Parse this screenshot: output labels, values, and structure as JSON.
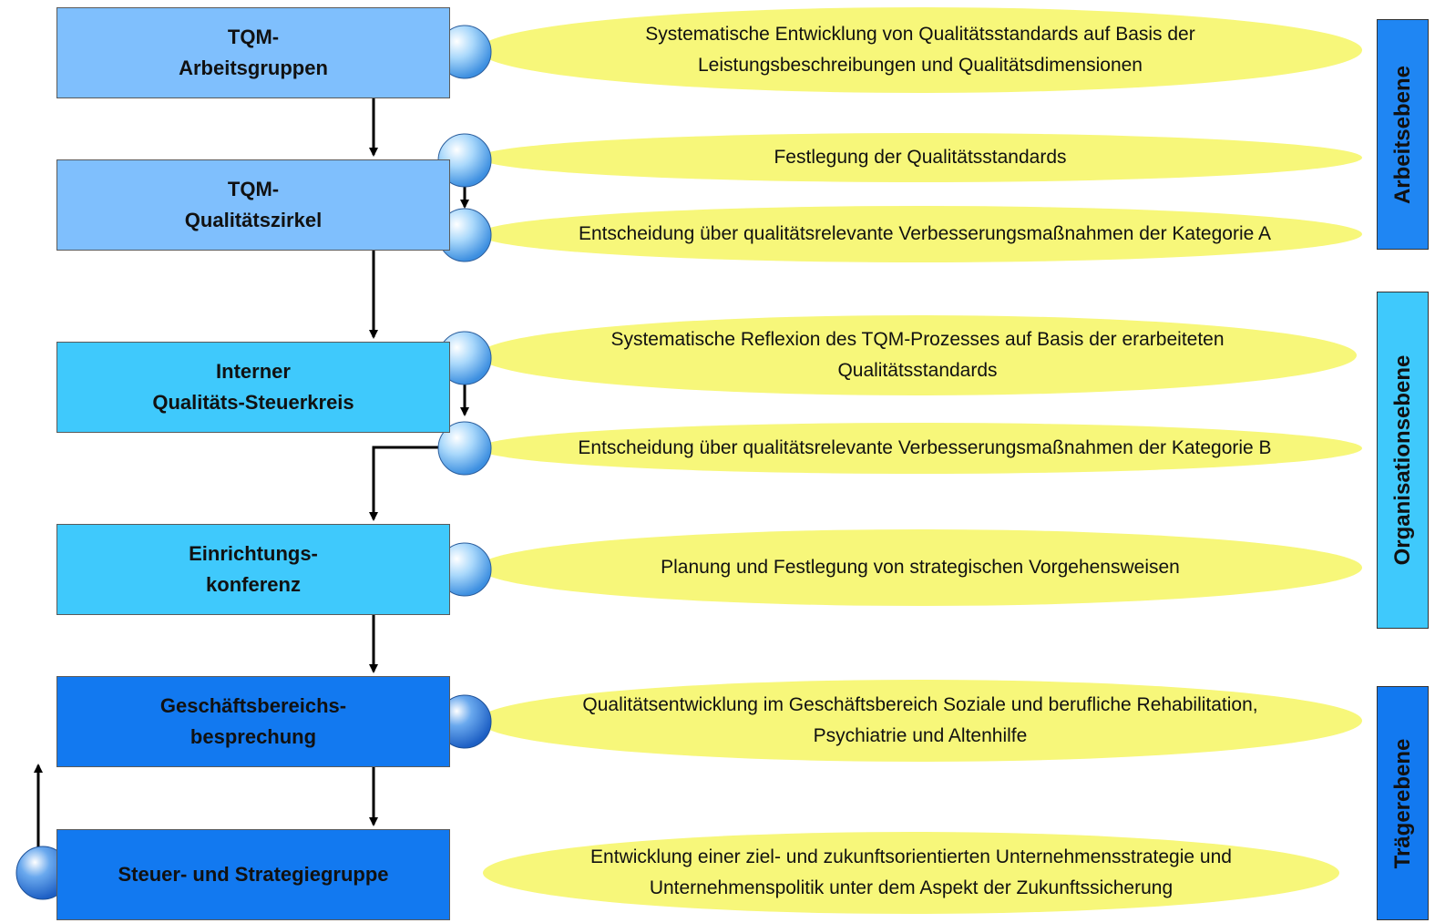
{
  "boxes": [
    {
      "line1": "TQM-",
      "line2": "Arbeitsgruppen"
    },
    {
      "line1": "TQM-",
      "line2": "Qualitätszirkel"
    },
    {
      "line1": "Interner",
      "line2": "Qualitäts-Steuerkreis"
    },
    {
      "line1": "Einrichtungs-",
      "line2": "konferenz"
    },
    {
      "line1": "Geschäftsbereichs-",
      "line2": "besprechung"
    },
    {
      "line1": "Steuer- und Strategiegruppe",
      "line2": ""
    }
  ],
  "notes": [
    "Systematische Entwicklung von Qualitätsstandards auf Basis der\nLeistungsbeschreibungen und Qualitätsdimensionen",
    "Festlegung der Qualitätsstandards",
    "Entscheidung über qualitätsrelevante Verbesserungsmaßnahmen der Kategorie A",
    "Systematische Reflexion des TQM-Prozesses auf Basis der erarbeiteten\nQualitätsstandards",
    "Entscheidung über qualitätsrelevante Verbesserungsmaßnahmen der Kategorie B",
    "Planung und Festlegung von strategischen Vorgehensweisen",
    "Qualitätsentwicklung im Geschäftsbereich Soziale und berufliche Rehabilitation,\nPsychiatrie und Altenhilfe",
    "Entwicklung einer ziel- und zukunftsorientierten Unternehmensstrategie und\nUnternehmenspolitik unter dem Aspekt der Zukunftssicherung"
  ],
  "levels": [
    {
      "label": "Arbeitsebene"
    },
    {
      "label": "Organisationsebene"
    },
    {
      "label": "Trägerebene"
    }
  ],
  "colors": {
    "box_light": "#7fbffd",
    "box_cyan": "#3fc9fc",
    "box_blue": "#1279f0",
    "note_fill": "#f7f77a",
    "ball": "#9ed0fb"
  }
}
